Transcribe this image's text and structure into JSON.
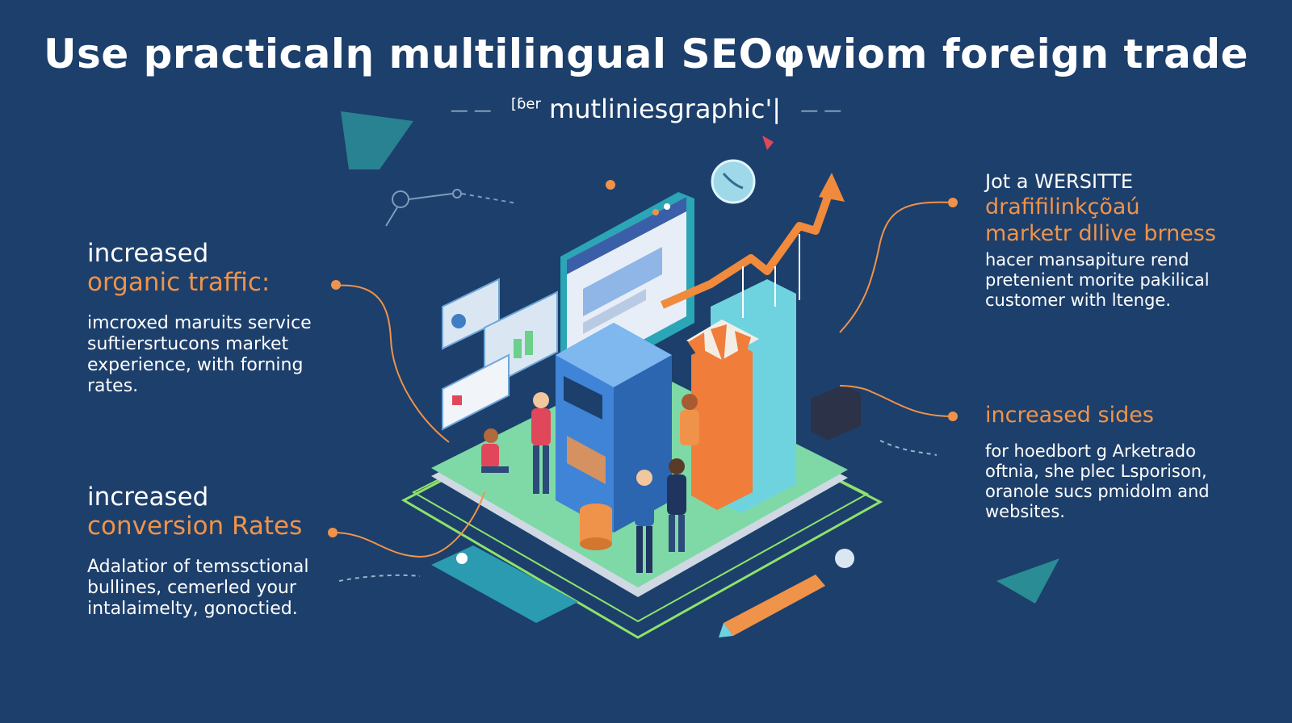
{
  "title": "Use practicalƞ multilingual SEOφwiom foreign trade",
  "subtitle": {
    "small": "[ɓer",
    "main": "mutliniesɡraphic'|",
    "dash_left": "— —",
    "dash_right": "— —"
  },
  "left_blocks": [
    {
      "heading_line1": "increased",
      "heading_line2": "organic traffic:",
      "body": [
        "imcroxed maruits service",
        "suftiersrtucons market",
        "experience, with forning",
        "rates."
      ]
    },
    {
      "heading_line1": "increased",
      "heading_line2": "conversion Rates",
      "body": [
        "Adalatior of temssctional",
        "bullines, cemerled your",
        "intalaimelty, gonoctied."
      ]
    }
  ],
  "right_blocks": [
    {
      "heading_line1": "Jot a WERSITTE",
      "heading_line2": "drafifilinkçõaú",
      "heading_line3": "marketr dllive brness",
      "body": [
        "hacer mansapiture rend",
        "pretenient morite pakilical",
        "customer with ltenge."
      ]
    },
    {
      "heading_line1": "",
      "heading_line2": "increased sides",
      "heading_line3": "",
      "body": [
        "for hoedbort g Arketrado",
        "oftnia, she plec Lsporison,",
        "oranole sucs pmidolm and",
        "websites."
      ]
    }
  ],
  "colors": {
    "background": "#1d3f6b",
    "accent_orange": "#f0934a",
    "platform_green": "#7ed9a6",
    "teal": "#2e8b9a"
  }
}
